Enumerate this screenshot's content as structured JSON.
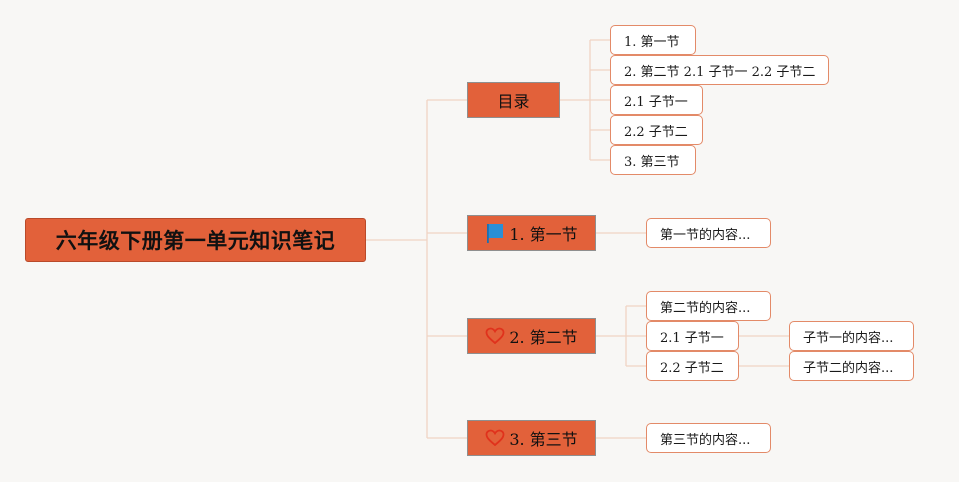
{
  "root": {
    "label": "六年级下册第一单元知识笔记"
  },
  "topics": {
    "toc": {
      "label": "目录",
      "items": [
        "1. 第一节",
        "2. 第二节 2.1 子节一 2.2 子节二",
        "2.1 子节一",
        "2.2 子节二",
        "3. 第三节"
      ]
    },
    "sec1": {
      "label": "1. 第一节",
      "icon": "flag-icon",
      "content": "第一节的内容..."
    },
    "sec2": {
      "label": "2. 第二节",
      "icon": "heart-icon",
      "content": "第二节的内容...",
      "subsections": [
        {
          "label": "2.1 子节一",
          "content": "子节一的内容..."
        },
        {
          "label": "2.2 子节二",
          "content": "子节二的内容..."
        }
      ]
    },
    "sec3": {
      "label": "3. 第三节",
      "icon": "heart-icon",
      "content": "第三节的内容..."
    }
  },
  "colors": {
    "topic_fill": "#e2613a",
    "subtopic_border": "#e38a68",
    "connector": "#f0d4c4",
    "flag": "#2a8fd6",
    "heart": "#e0321c"
  }
}
